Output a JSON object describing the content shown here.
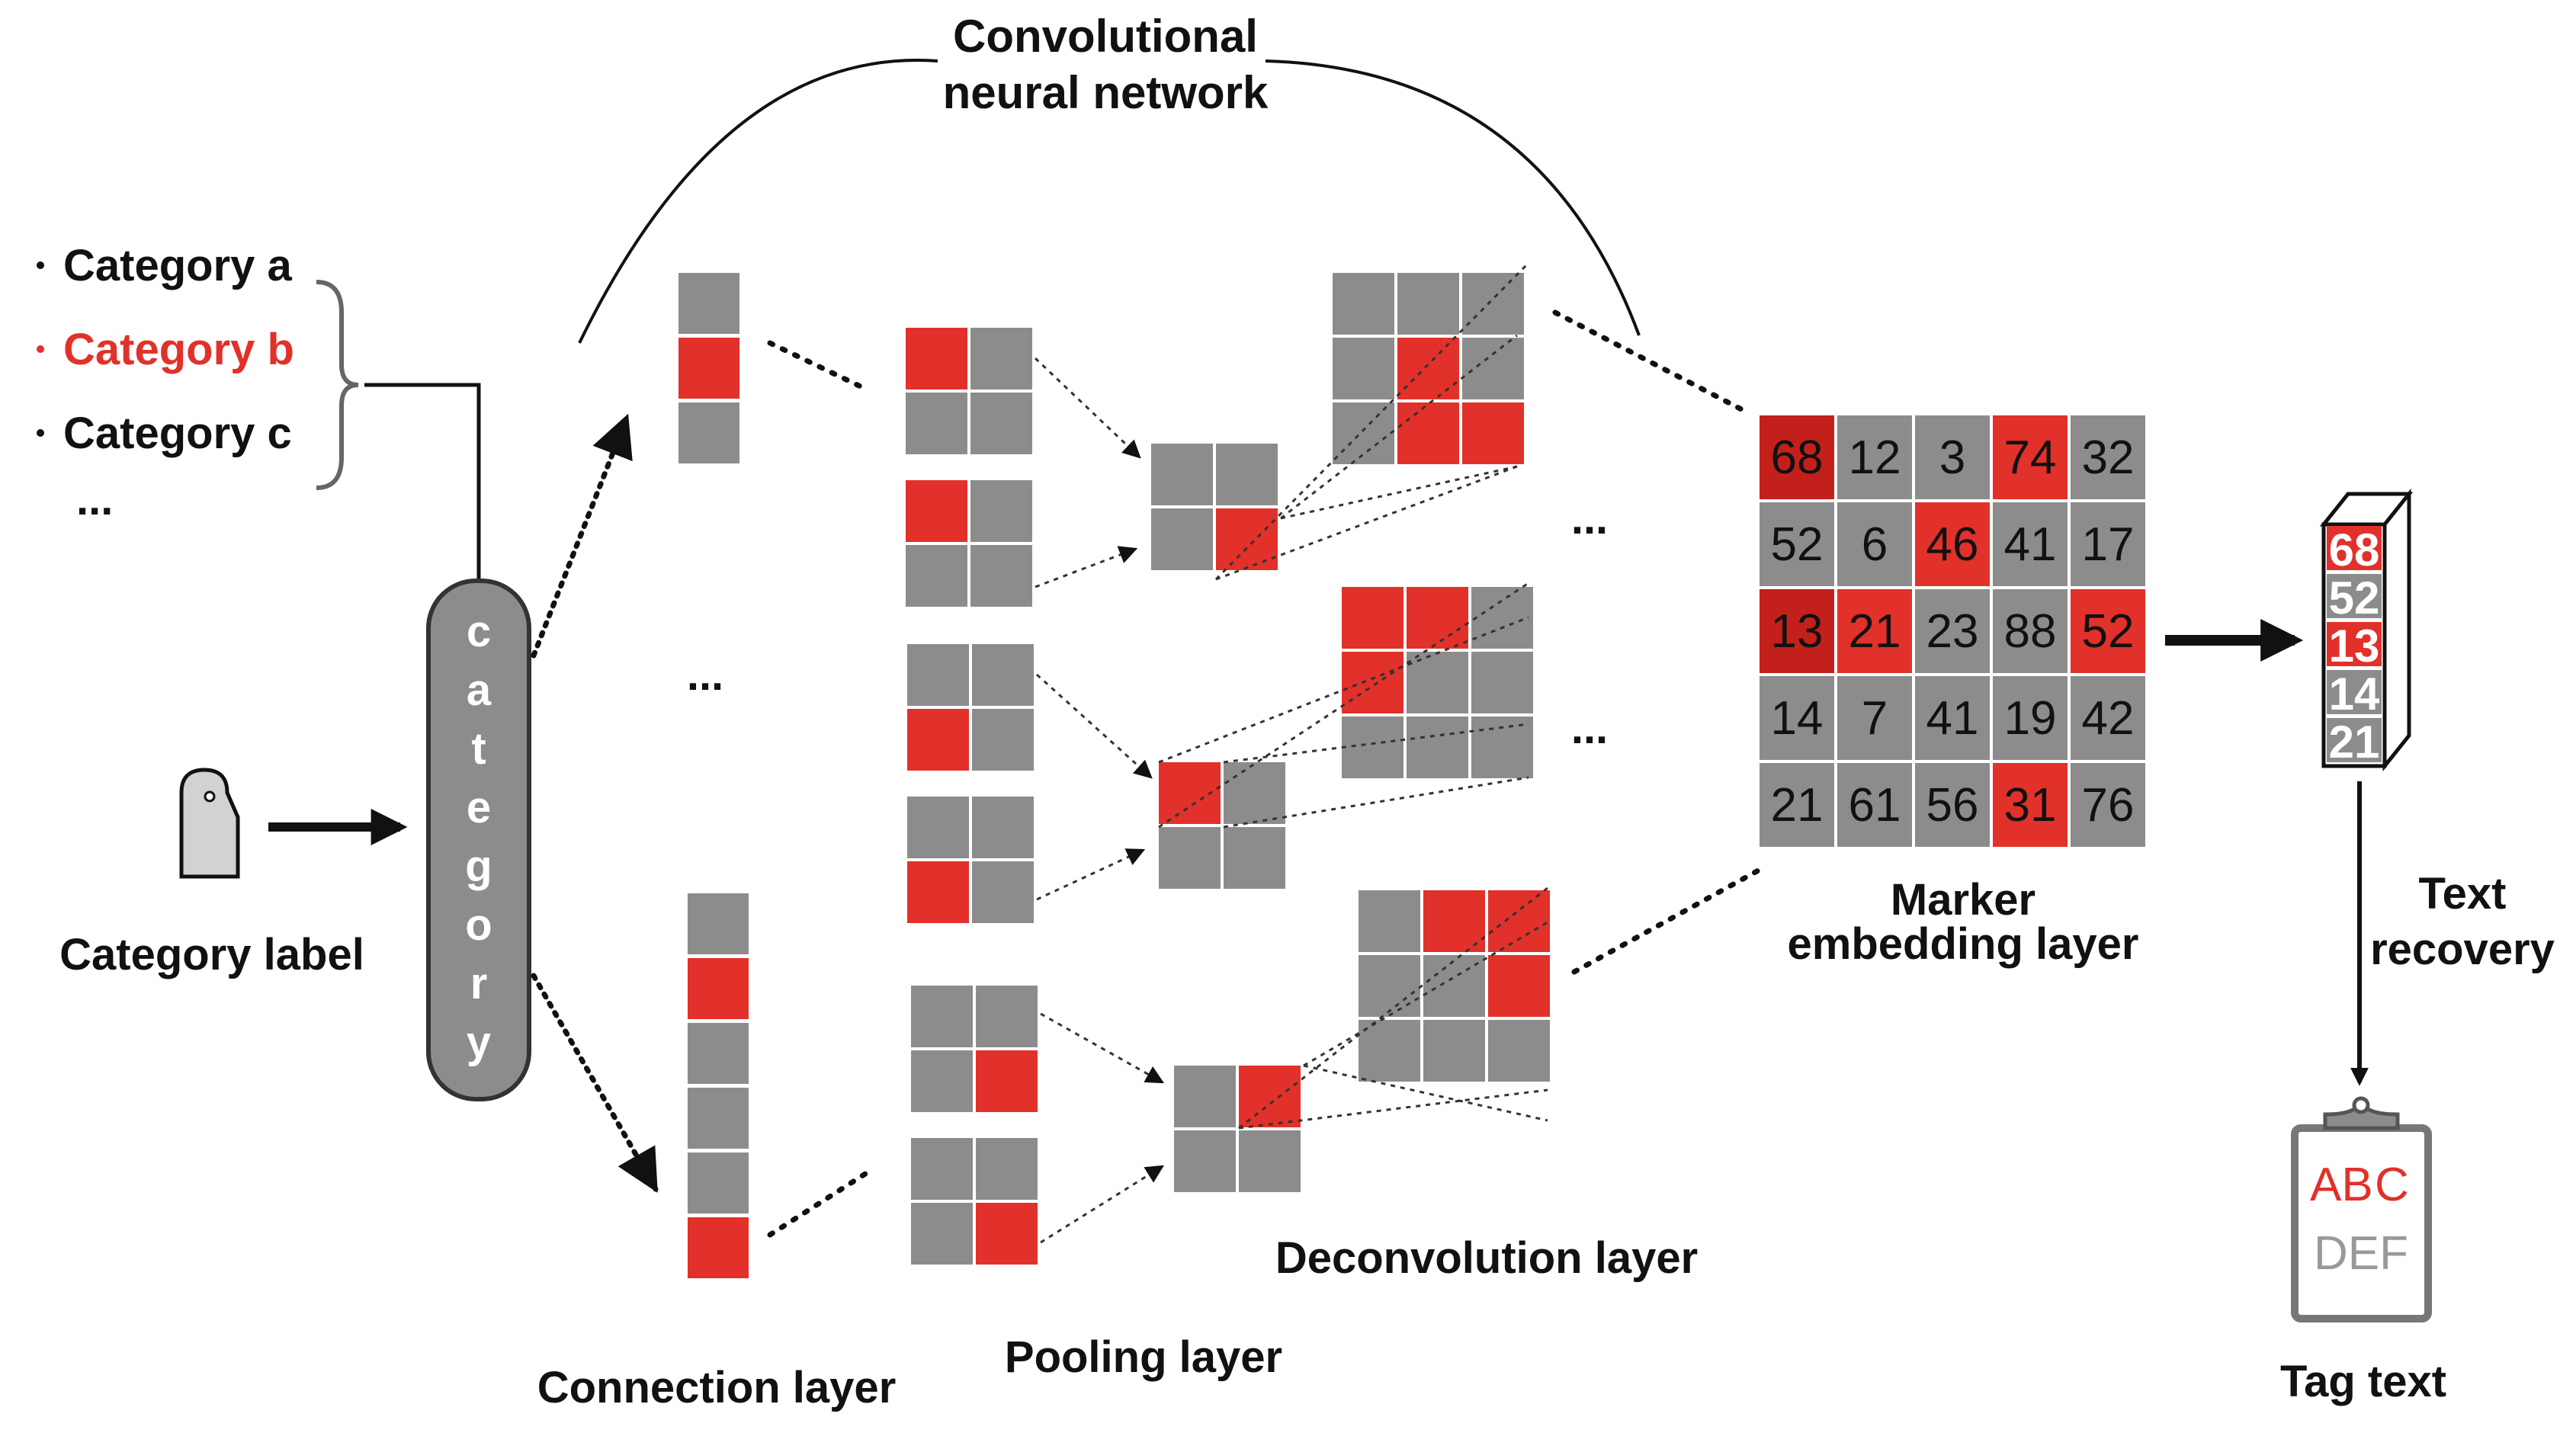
{
  "title_line1": "Convolutional",
  "title_line2": "neural network",
  "categories": {
    "items": [
      {
        "text": "Category a",
        "highlight": false
      },
      {
        "text": "Category b",
        "highlight": true
      },
      {
        "text": "Category c",
        "highlight": false
      }
    ],
    "more": "..."
  },
  "category_label": "Category label",
  "category_pill_letters": [
    "c",
    "a",
    "t",
    "e",
    "g",
    "o",
    "r",
    "y"
  ],
  "layer_labels": {
    "connection": "Connection layer",
    "pooling": "Pooling layer",
    "deconvolution": "Deconvolution layer",
    "marker_line1": "Marker",
    "marker_line2": "embedding layer"
  },
  "ellipsis": "...",
  "marker_grid": {
    "values": [
      [
        68,
        12,
        3,
        74,
        32
      ],
      [
        52,
        6,
        46,
        41,
        17
      ],
      [
        13,
        21,
        23,
        88,
        52
      ],
      [
        14,
        7,
        41,
        19,
        42
      ],
      [
        21,
        61,
        56,
        31,
        76
      ]
    ],
    "highlight": [
      [
        "dark",
        "",
        "",
        "red",
        ""
      ],
      [
        "",
        "",
        "red",
        "",
        ""
      ],
      [
        "dark",
        "red",
        "",
        "",
        "red"
      ],
      [
        "",
        "",
        "",
        "",
        ""
      ],
      [
        "",
        "",
        "",
        "red",
        ""
      ]
    ]
  },
  "column_vector": [
    {
      "value": "68",
      "highlight": true
    },
    {
      "value": "52",
      "highlight": false
    },
    {
      "value": "13",
      "highlight": true
    },
    {
      "value": "14",
      "highlight": false
    },
    {
      "value": "21",
      "highlight": false
    }
  ],
  "text_recovery_line1": "Text",
  "text_recovery_line2": "recovery",
  "clipboard": {
    "line1_red": "AB",
    "line1_gray": "C",
    "line2": "DEF"
  },
  "tag_text": "Tag text",
  "colors": {
    "red": "#e1312a",
    "dark_red": "#c3201b",
    "gray": "#8c8c8c",
    "black": "#111111"
  }
}
